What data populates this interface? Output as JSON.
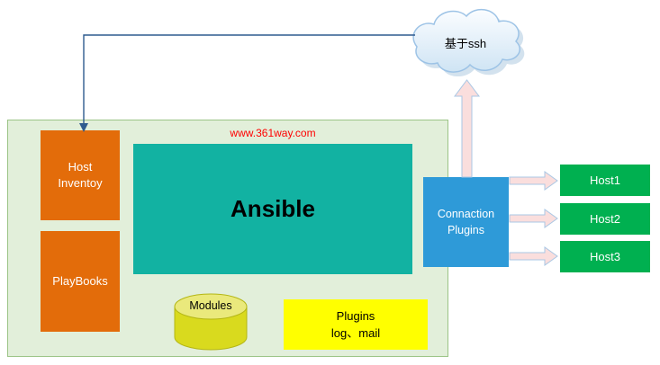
{
  "diagram": {
    "watermark": "www.361way.com",
    "cloud": {
      "label": "基于ssh"
    },
    "host_inventory_label": "Host\nInventoy",
    "playbooks_label": "PlayBooks",
    "ansible_label": "Ansible",
    "modules_label": "Modules",
    "plugins_label_line1": "Plugins",
    "plugins_label_line2": "log、mail",
    "connection_plugins_label": "Connaction\nPlugins",
    "hosts": [
      {
        "label": "Host1"
      },
      {
        "label": "Host2"
      },
      {
        "label": "Host3"
      }
    ],
    "colors": {
      "container_bg": "#e2efda",
      "orange_box": "#e36c0a",
      "ansible_teal": "#12b2a2",
      "plugins_yellow": "#ffff00",
      "cylinder_body": "#d9da1e",
      "cylinder_top": "#eae97c",
      "cylinder_stroke": "#b4b614",
      "connection_blue": "#2e9ad8",
      "host_green": "#00b050",
      "watermark_red": "#ff0000",
      "arrow_pink": "#fadedd",
      "arrow_outline": "#aac7e4",
      "line_dark": "#2f5b8f",
      "cloud_stroke": "#9dc3e6",
      "cloud_shadow": "#bcd3e5"
    }
  }
}
